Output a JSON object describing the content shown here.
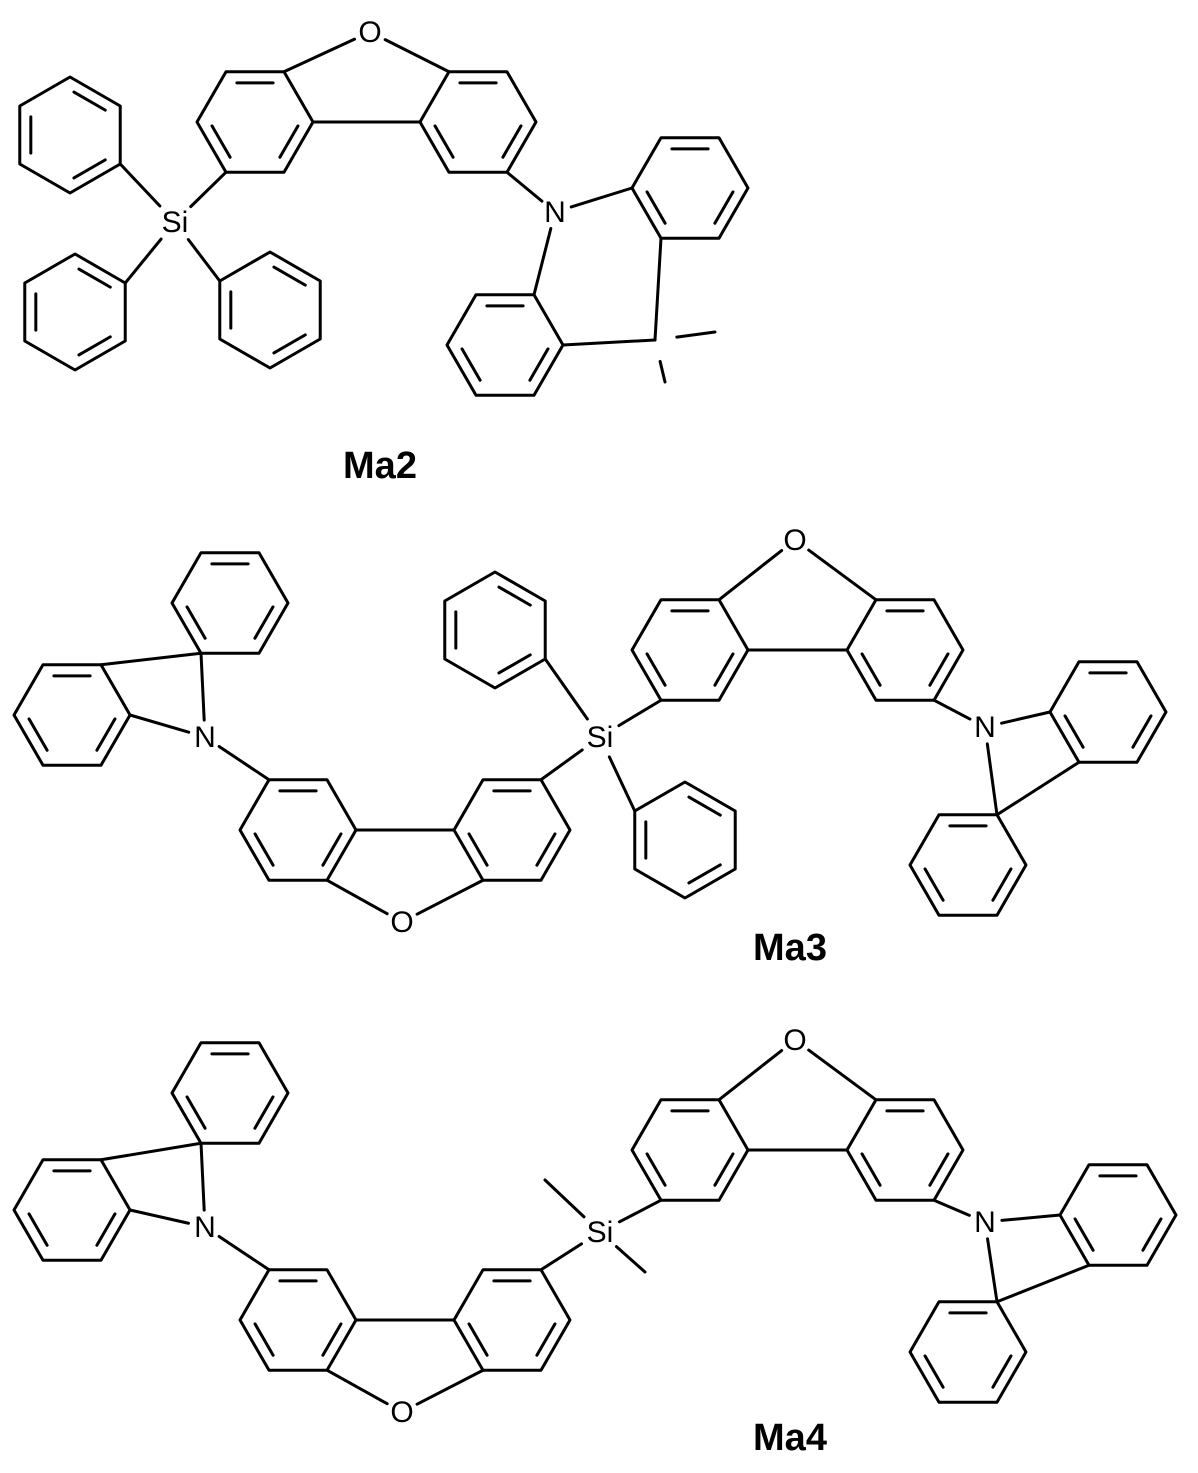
{
  "compounds": [
    {
      "label": "Ma2",
      "atoms": {
        "O": "O",
        "Si": "Si",
        "N": "N"
      }
    },
    {
      "label": "Ma3",
      "atoms": {
        "N1": "N",
        "O1": "O",
        "Si": "Si",
        "O2": "O",
        "N2": "N"
      }
    },
    {
      "label": "Ma4",
      "atoms": {
        "N1": "N",
        "O1": "O",
        "Si": "Si",
        "O2": "O",
        "N2": "N"
      }
    }
  ]
}
